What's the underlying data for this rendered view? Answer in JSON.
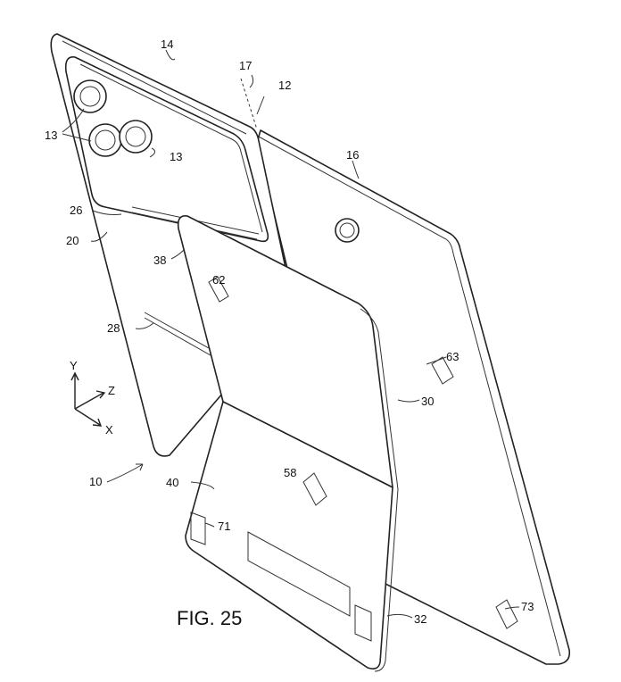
{
  "figure": {
    "caption": "FIG. 25",
    "labels": {
      "l14": "14",
      "l17": "17",
      "l12": "12",
      "l16": "16",
      "l13a": "13",
      "l13b": "13",
      "l26": "26",
      "l20": "20",
      "l38": "38",
      "l62": "62",
      "l28": "28",
      "l63": "63",
      "l30": "30",
      "l10": "10",
      "l40": "40",
      "l58": "58",
      "l71": "71",
      "l73": "73",
      "l32": "32"
    },
    "axes": {
      "y": "Y",
      "z": "Z",
      "x": "X"
    }
  }
}
